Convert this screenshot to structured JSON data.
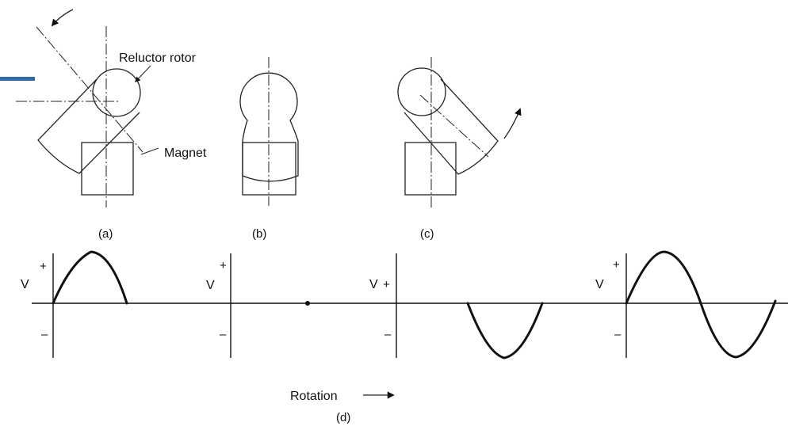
{
  "labels": {
    "reluctor_rotor": "Reluctor rotor",
    "magnet": "Magnet",
    "panel_a": "(a)",
    "panel_b": "(b)",
    "panel_c": "(c)",
    "panel_d": "(d)",
    "rotation": "Rotation"
  },
  "axis_labels": {
    "v": "V",
    "plus": "+",
    "minus": "–"
  },
  "colors": {
    "ink": "#111111",
    "accent_bar": "#2e6aa8"
  }
}
